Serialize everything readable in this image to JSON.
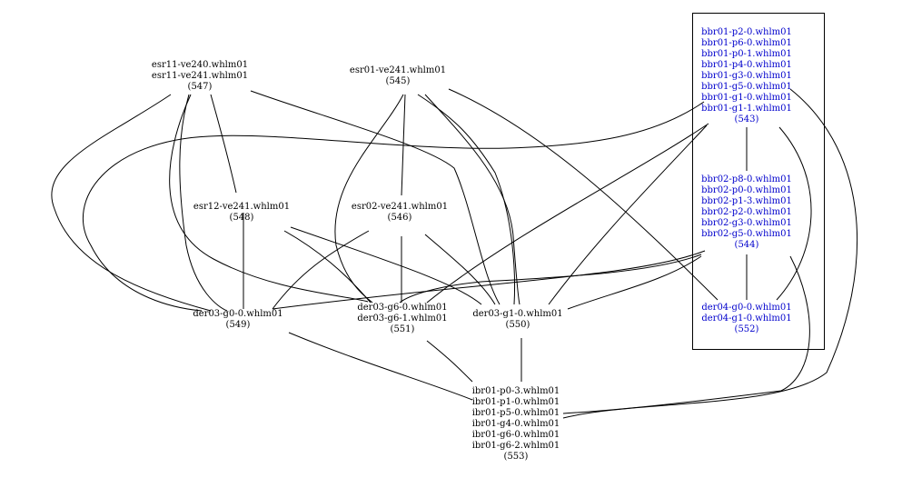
{
  "colors": {
    "cluster_text": "#0000cc",
    "text": "#000000",
    "edge": "#000000"
  },
  "nodes": {
    "n547": {
      "lines": [
        "esr11-ve240.whlm01",
        "esr11-ve241.whlm01"
      ],
      "id": "(547)"
    },
    "n545": {
      "lines": [
        "esr01-ve241.whlm01"
      ],
      "id": "(545)"
    },
    "n543": {
      "lines": [
        "bbr01-p2-0.whlm01",
        "bbr01-p6-0.whlm01",
        "bbr01-p0-1.whlm01",
        "bbr01-p4-0.whlm01",
        "bbr01-g3-0.whlm01",
        "bbr01-g5-0.whlm01",
        "bbr01-g1-0.whlm01",
        "bbr01-g1-1.whlm01"
      ],
      "id": "(543)"
    },
    "n548": {
      "lines": [
        "esr12-ve241.whlm01"
      ],
      "id": "(548)"
    },
    "n546": {
      "lines": [
        "esr02-ve241.whlm01"
      ],
      "id": "(546)"
    },
    "n544": {
      "lines": [
        "bbr02-p8-0.whlm01",
        "bbr02-p0-0.whlm01",
        "bbr02-p1-3.whlm01",
        "bbr02-p2-0.whlm01",
        "bbr02-g3-0.whlm01",
        "bbr02-g5-0.whlm01"
      ],
      "id": "(544)"
    },
    "n549": {
      "lines": [
        "der03-g0-0.whlm01"
      ],
      "id": "(549)"
    },
    "n551": {
      "lines": [
        "der03-g6-0.whlm01",
        "der03-g6-1.whlm01"
      ],
      "id": "(551)"
    },
    "n550": {
      "lines": [
        "der03-g1-0.whlm01"
      ],
      "id": "(550)"
    },
    "n552": {
      "lines": [
        "der04-g0-0.whlm01",
        "der04-g1-0.whlm01"
      ],
      "id": "(552)"
    },
    "n553": {
      "lines": [
        "ibr01-p0-3.whlm01",
        "ibr01-p1-0.whlm01",
        "ibr01-p5-0.whlm01",
        "ibr01-g4-0.whlm01",
        "ibr01-g6-0.whlm01",
        "ibr01-g6-2.whlm01"
      ],
      "id": "(553)"
    }
  },
  "edges": [
    [
      "n547",
      "n548"
    ],
    [
      "n547",
      "n549"
    ],
    [
      "n547",
      "n551"
    ],
    [
      "n547",
      "n550"
    ],
    [
      "n547",
      "n549b"
    ],
    [
      "n545",
      "n546"
    ],
    [
      "n545",
      "n549"
    ],
    [
      "n545",
      "n551"
    ],
    [
      "n545",
      "n550"
    ],
    [
      "n545",
      "n552"
    ],
    [
      "n543",
      "n544"
    ],
    [
      "n543",
      "n549"
    ],
    [
      "n543",
      "n551"
    ],
    [
      "n543",
      "n550"
    ],
    [
      "n543",
      "n552"
    ],
    [
      "n543",
      "n553"
    ],
    [
      "n548",
      "n549"
    ],
    [
      "n548",
      "n551"
    ],
    [
      "n548",
      "n550"
    ],
    [
      "n546",
      "n549"
    ],
    [
      "n546",
      "n551"
    ],
    [
      "n546",
      "n550"
    ],
    [
      "n544",
      "n549"
    ],
    [
      "n544",
      "n551"
    ],
    [
      "n544",
      "n550"
    ],
    [
      "n544",
      "n552"
    ],
    [
      "n544",
      "n553"
    ],
    [
      "n551",
      "n553"
    ],
    [
      "n550",
      "n553"
    ],
    [
      "n549",
      "n553"
    ]
  ]
}
